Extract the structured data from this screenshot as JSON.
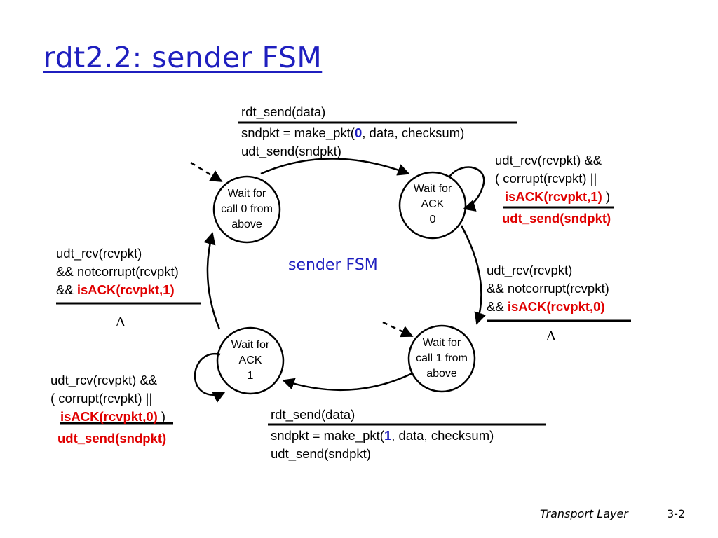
{
  "title": "rdt2.2: sender FSM",
  "center_label": "sender FSM",
  "states": {
    "wait_call_0": [
      "Wait for",
      "call 0 from",
      "above"
    ],
    "wait_ack_0": [
      "Wait for",
      "ACK",
      "0"
    ],
    "wait_ack_1": [
      "Wait for",
      "ACK",
      "1"
    ],
    "wait_call_1": [
      "Wait for",
      "call 1 from",
      "above"
    ]
  },
  "transitions": {
    "top": {
      "event": "rdt_send(data)",
      "action_1_pre": "sndpkt = make_pkt(",
      "action_1_num": "0",
      "action_1_post": ", data, checksum)",
      "action_2": "udt_send(sndpkt)"
    },
    "ack0_self": {
      "line_1": "udt_rcv(rcvpkt) &&",
      "line_2": "( corrupt(rcvpkt) ||",
      "line_3_red": "isACK(rcvpkt,1)",
      "line_3_post": " )",
      "action": "udt_send(sndpkt)"
    },
    "left": {
      "line_1": "udt_rcv(rcvpkt)",
      "line_2": "&& notcorrupt(rcvpkt)",
      "line_3_pre": "&& ",
      "line_3_red": "isACK(rcvpkt,1)",
      "action": "Λ"
    },
    "right": {
      "line_1": "udt_rcv(rcvpkt)",
      "line_2": "&& notcorrupt(rcvpkt)",
      "line_3_pre": "&& ",
      "line_3_red": "isACK(rcvpkt,0)",
      "action": "Λ"
    },
    "ack1_self": {
      "line_1": "udt_rcv(rcvpkt) &&",
      "line_2": "( corrupt(rcvpkt) ||",
      "line_3_red": "isACK(rcvpkt,0)",
      "line_3_post": " )",
      "action": "udt_send(sndpkt)"
    },
    "bottom": {
      "event": "rdt_send(data)",
      "action_1_pre": "sndpkt = make_pkt(",
      "action_1_num": "1",
      "action_1_post": ", data, checksum)",
      "action_2": "udt_send(sndpkt)"
    }
  },
  "footer": {
    "section": "Transport Layer",
    "page": "3-2"
  }
}
